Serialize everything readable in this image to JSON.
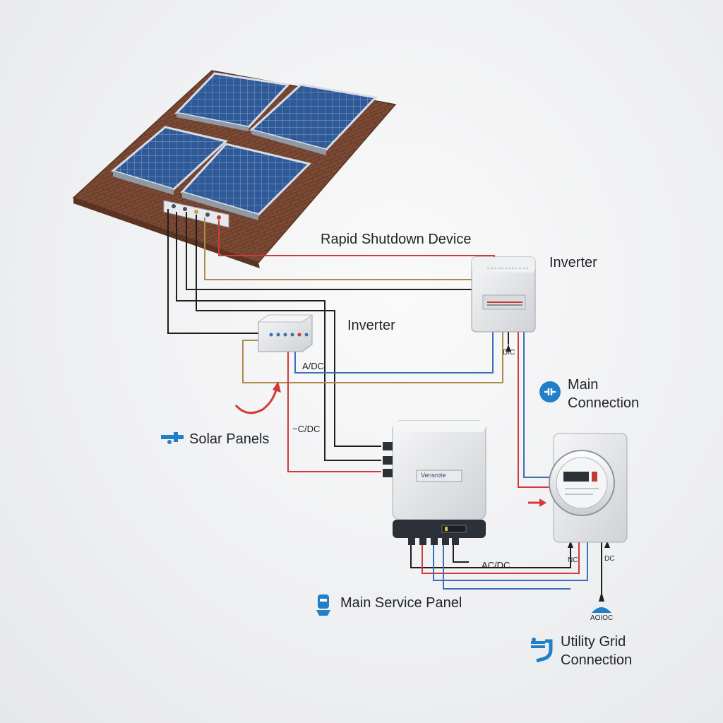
{
  "labels": {
    "rapid_shutdown": "Rapid Shutdown Device",
    "inverter_top": "Inverter",
    "inverter_mid": "Inverter",
    "main_connection_1": "Main",
    "main_connection_2": "Connection",
    "solar_panels": "Solar Panels",
    "main_service_panel": "Main Service Panel",
    "utility_grid_1": "Utility Grid",
    "utility_grid_2": "Connection",
    "small": {
      "dc_top": "DIC",
      "adc": "A/DC",
      "cdc": "−C/DC",
      "acdc": "AC/DC",
      "nc": "NC",
      "dc_right": "DC",
      "aoioc": "AOIOC"
    },
    "device_brand": "Vensrote"
  },
  "icons": {
    "solar_panels": "faucet-icon",
    "main_connection": "plug-connection-icon",
    "main_service_panel": "service-panel-icon",
    "utility_grid": "grid-connection-icon"
  },
  "colors": {
    "wire_red": "#d13a3a",
    "wire_blue": "#3d6fb6",
    "wire_black": "#1e1e1e",
    "wire_tan": "#b08a4a",
    "accent_blue": "#1f7fc8",
    "roof": "#7b4a34",
    "panel": "#2b4f86"
  }
}
